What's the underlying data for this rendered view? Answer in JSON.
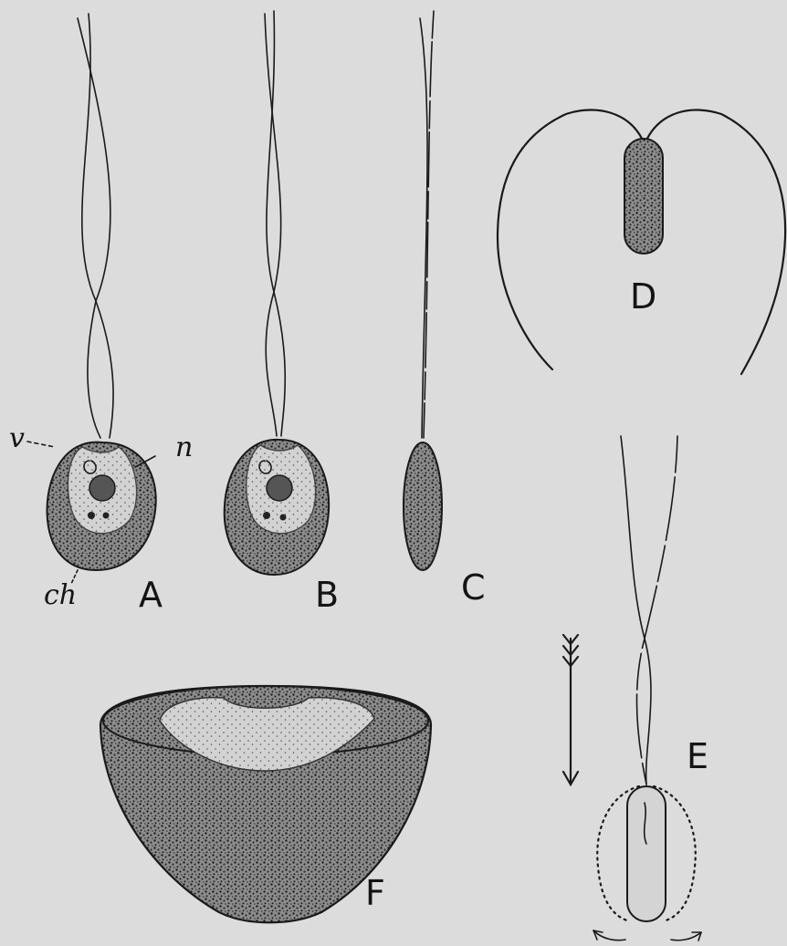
{
  "figure": {
    "panels": [
      "A",
      "B",
      "C",
      "D",
      "E",
      "F"
    ],
    "part_labels": {
      "vacuole": "v",
      "nucleus": "n",
      "chloroplast": "ch"
    },
    "colors": {
      "ink": "#1a1a1a",
      "paper": "#dcdcdc"
    }
  }
}
